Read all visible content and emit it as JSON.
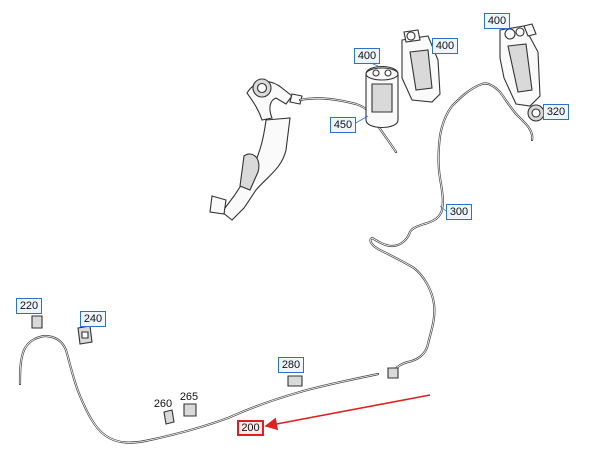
{
  "diagram": {
    "labels": {
      "l400a": "400",
      "l400b": "400",
      "l400c": "400",
      "l320": "320",
      "l450": "450",
      "l300": "300",
      "l220": "220",
      "l240": "240",
      "l280": "280",
      "l260": "260",
      "l265": "265",
      "l200": "200"
    },
    "colors": {
      "label_border": "#2a73c9",
      "selected_border": "#e02020",
      "selected_arrow": "#e02020",
      "line": "#333333"
    }
  }
}
